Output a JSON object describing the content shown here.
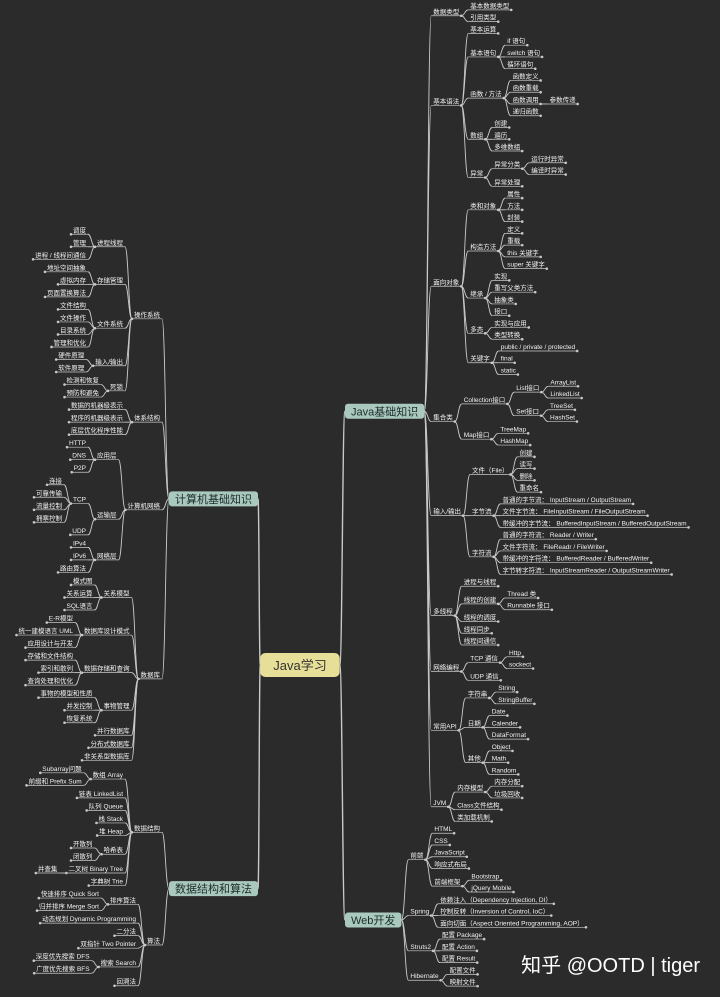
{
  "colors": {
    "background": "#2b2b2b",
    "line": "#c9c9c9",
    "text": "#f2f2f2",
    "root_fill": "#e7df98",
    "root_text": "#333333",
    "branch_fill": "#a9c9bf",
    "branch_text": "#1d2b28"
  },
  "watermark": "知乎 @OOTD | tiger",
  "root": {
    "label": "Java学习"
  },
  "right_branches": [
    {
      "label": "Java基础知识",
      "children": [
        {
          "label": "数据类型",
          "children": [
            {
              "label": "基本数据类型"
            },
            {
              "label": "引用类型"
            }
          ]
        },
        {
          "label": "基本语法",
          "children": [
            {
              "label": "基本运算"
            },
            {
              "label": "基本语句",
              "children": [
                {
                  "label": "if 语句"
                },
                {
                  "label": "switch 语句"
                },
                {
                  "label": "循环语句"
                }
              ]
            },
            {
              "label": "函数 / 方法",
              "children": [
                {
                  "label": "函数定义"
                },
                {
                  "label": "函数重载"
                },
                {
                  "label": "函数调用",
                  "children": [
                    {
                      "label": "参数传递"
                    }
                  ]
                },
                {
                  "label": "递归函数"
                }
              ]
            },
            {
              "label": "数组",
              "children": [
                {
                  "label": "创建"
                },
                {
                  "label": "遍历"
                },
                {
                  "label": "多维数组"
                }
              ]
            },
            {
              "label": "异常",
              "children": [
                {
                  "label": "异常分类",
                  "children": [
                    {
                      "label": "运行时异常"
                    },
                    {
                      "label": "编译时异常"
                    }
                  ]
                },
                {
                  "label": "异常处理"
                }
              ]
            }
          ]
        },
        {
          "label": "面向对象",
          "children": [
            {
              "label": "类和对象",
              "children": [
                {
                  "label": "属性"
                },
                {
                  "label": "方法"
                },
                {
                  "label": "封装"
                }
              ]
            },
            {
              "label": "构造方法",
              "children": [
                {
                  "label": "定义"
                },
                {
                  "label": "重载"
                },
                {
                  "label": "this 关键字"
                },
                {
                  "label": "super 关键字"
                }
              ]
            },
            {
              "label": "继承",
              "children": [
                {
                  "label": "实现"
                },
                {
                  "label": "重写父类方法"
                },
                {
                  "label": "抽象类"
                },
                {
                  "label": "接口"
                }
              ]
            },
            {
              "label": "多态",
              "children": [
                {
                  "label": "实现与应用"
                },
                {
                  "label": "类型转换"
                }
              ]
            },
            {
              "label": "关键字",
              "children": [
                {
                  "label": "public / private / protected"
                },
                {
                  "label": "final"
                },
                {
                  "label": "static"
                }
              ]
            }
          ]
        },
        {
          "label": "集合类",
          "children": [
            {
              "label": "Collection接口",
              "children": [
                {
                  "label": "List接口",
                  "children": [
                    {
                      "label": "ArrayList"
                    },
                    {
                      "label": "LinkedList"
                    }
                  ]
                },
                {
                  "label": "Set接口",
                  "children": [
                    {
                      "label": "TreeSet"
                    },
                    {
                      "label": "HashSet"
                    }
                  ]
                }
              ]
            },
            {
              "label": "Map接口",
              "children": [
                {
                  "label": "TreeMap"
                },
                {
                  "label": "HashMap"
                }
              ]
            }
          ]
        },
        {
          "label": "输入/输出",
          "children": [
            {
              "label": "文件（File）",
              "children": [
                {
                  "label": "创建"
                },
                {
                  "label": "读写"
                },
                {
                  "label": "删除"
                },
                {
                  "label": "重命名"
                }
              ]
            },
            {
              "label": "字节流",
              "children": [
                {
                  "label": "普通的字节流： InputStream / OutputStream"
                },
                {
                  "label": "文件字节流： FileInputStream / FileOutputStream"
                },
                {
                  "label": "带缓冲的字节流： BufferedInputStream / BufferedOutputStream"
                }
              ]
            },
            {
              "label": "字符流",
              "children": [
                {
                  "label": "普通的字符流： Reader / Writer"
                },
                {
                  "label": "文件字符流： FileReadr / FileWriter"
                },
                {
                  "label": "带缓冲的字符流： BufferedReader / BufferedWriter"
                },
                {
                  "label": "字节转字符流： InputStreamReader / OutputStreamWriter"
                }
              ]
            }
          ]
        },
        {
          "label": "多线程",
          "children": [
            {
              "label": "进程与线程"
            },
            {
              "label": "线程的创建",
              "children": [
                {
                  "label": "Thread 类"
                },
                {
                  "label": "Runnable 接口"
                }
              ]
            },
            {
              "label": "线程的调度"
            },
            {
              "label": "线程同步"
            },
            {
              "label": "线程间通信"
            }
          ]
        },
        {
          "label": "网络编程",
          "children": [
            {
              "label": "TCP 通信",
              "children": [
                {
                  "label": "Http"
                },
                {
                  "label": "sockect"
                }
              ]
            },
            {
              "label": "UDP 通信"
            }
          ]
        },
        {
          "label": "常用API",
          "children": [
            {
              "label": "字符串",
              "children": [
                {
                  "label": "String"
                },
                {
                  "label": "StringBuffer"
                }
              ]
            },
            {
              "label": "日期",
              "children": [
                {
                  "label": "Date"
                },
                {
                  "label": "Calender"
                },
                {
                  "label": "DataFormat"
                }
              ]
            },
            {
              "label": "其他",
              "children": [
                {
                  "label": "Object"
                },
                {
                  "label": "Math"
                },
                {
                  "label": "Random"
                }
              ]
            }
          ]
        },
        {
          "label": "JVM",
          "children": [
            {
              "label": "内存模型",
              "children": [
                {
                  "label": "内存分配"
                },
                {
                  "label": "垃圾回收"
                }
              ]
            },
            {
              "label": "Class文件结构"
            },
            {
              "label": "类加载机制"
            }
          ]
        }
      ]
    },
    {
      "label": "Web开发",
      "children": [
        {
          "label": "前端",
          "children": [
            {
              "label": "HTML"
            },
            {
              "label": "CSS"
            },
            {
              "label": "JavaScript"
            },
            {
              "label": "响应式布局"
            },
            {
              "label": "前端框架",
              "children": [
                {
                  "label": "Bootstrap"
                },
                {
                  "label": "jQuery Mobile"
                }
              ]
            }
          ]
        },
        {
          "label": "Spring",
          "children": [
            {
              "label": "依赖注入（Dependency Injection, DI）"
            },
            {
              "label": "控制反转（Inversion of Control, IoC）"
            },
            {
              "label": "面向切面（Aspect Oriented Programming, AOP）"
            }
          ]
        },
        {
          "label": "Struts2",
          "children": [
            {
              "label": "配置 Package"
            },
            {
              "label": "配置 Action"
            },
            {
              "label": "配置 Result"
            }
          ]
        },
        {
          "label": "Hibernate",
          "children": [
            {
              "label": "配置文件"
            },
            {
              "label": "映射文件"
            }
          ]
        }
      ]
    }
  ],
  "left_branches": [
    {
      "label": "计算机基础知识",
      "children": [
        {
          "label": "操作系统",
          "children": [
            {
              "label": "进程线程",
              "children": [
                {
                  "label": "调度"
                },
                {
                  "label": "管理"
                },
                {
                  "label": "进程 / 线程间通信"
                }
              ]
            },
            {
              "label": "存储管理",
              "children": [
                {
                  "label": "地址空间抽象"
                },
                {
                  "label": "虚拟内存"
                },
                {
                  "label": "页面置换算法"
                }
              ]
            },
            {
              "label": "文件系统",
              "children": [
                {
                  "label": "文件结构"
                },
                {
                  "label": "文件操作"
                },
                {
                  "label": "目录系统"
                },
                {
                  "label": "管理和优化"
                }
              ]
            },
            {
              "label": "输入/输出",
              "children": [
                {
                  "label": "硬件原理"
                },
                {
                  "label": "软件原理"
                }
              ]
            },
            {
              "label": "死锁",
              "children": [
                {
                  "label": "检测和恢复"
                },
                {
                  "label": "预防和避免"
                }
              ]
            }
          ]
        },
        {
          "label": "体系结构",
          "children": [
            {
              "label": "数据的机器级表示"
            },
            {
              "label": "程序的机器级表示"
            },
            {
              "label": "底层优化程序性能"
            }
          ]
        },
        {
          "label": "计算机网络",
          "children": [
            {
              "label": "应用层",
              "children": [
                {
                  "label": "HTTP"
                },
                {
                  "label": "DNS"
                },
                {
                  "label": "P2P"
                }
              ]
            },
            {
              "label": "运输层",
              "children": [
                {
                  "label": "TCP",
                  "children": [
                    {
                      "label": "连接"
                    },
                    {
                      "label": "可靠传输"
                    },
                    {
                      "label": "流量控制"
                    },
                    {
                      "label": "拥塞控制"
                    }
                  ]
                },
                {
                  "label": "UDP"
                }
              ]
            },
            {
              "label": "网络层",
              "children": [
                {
                  "label": "IPv4"
                },
                {
                  "label": "IPv6"
                },
                {
                  "label": "路由算法"
                }
              ]
            }
          ]
        },
        {
          "label": "数据库",
          "children": [
            {
              "label": "关系模型",
              "children": [
                {
                  "label": "模式图"
                },
                {
                  "label": "关系运算"
                },
                {
                  "label": "SQL语言"
                }
              ]
            },
            {
              "label": "数据库设计模式",
              "children": [
                {
                  "label": "E-R模型"
                },
                {
                  "label": "统一建模语言 UML"
                },
                {
                  "label": "应用设计与开发"
                }
              ]
            },
            {
              "label": "数据存储和查询",
              "children": [
                {
                  "label": "存储和文件结构"
                },
                {
                  "label": "索引和散列"
                },
                {
                  "label": "查询处理和优化"
                }
              ]
            },
            {
              "label": "事物管理",
              "children": [
                {
                  "label": "事物的模型和性质"
                },
                {
                  "label": "并发控制"
                },
                {
                  "label": "恢复系统"
                }
              ]
            },
            {
              "label": "并行数据库"
            },
            {
              "label": "分布式数据库"
            },
            {
              "label": "非关系型数据库"
            }
          ]
        }
      ]
    },
    {
      "label": "数据结构和算法",
      "children": [
        {
          "label": "数据结构",
          "children": [
            {
              "label": "数组 Array",
              "children": [
                {
                  "label": "Subarray问题"
                },
                {
                  "label": "前缀和 Prefix Sum"
                }
              ]
            },
            {
              "label": "链表 LinkedList"
            },
            {
              "label": "队列 Queue"
            },
            {
              "label": "栈 Stack"
            },
            {
              "label": "堆 Heap"
            },
            {
              "label": "哈希表",
              "children": [
                {
                  "label": "开散列"
                },
                {
                  "label": "闭散列"
                }
              ]
            },
            {
              "label": "二叉树 Binary Tree",
              "children": [
                {
                  "label": "并查集"
                }
              ]
            },
            {
              "label": "字典树 Trie"
            }
          ]
        },
        {
          "label": "算法",
          "children": [
            {
              "label": "排序算法",
              "children": [
                {
                  "label": "快速排序 Quick Sort"
                },
                {
                  "label": "归并排序 Merge Sort"
                }
              ]
            },
            {
              "label": "动态规划 Dynamic Programming"
            },
            {
              "label": "二分法"
            },
            {
              "label": "双指针 Two Pointer"
            },
            {
              "label": "搜索 Search",
              "children": [
                {
                  "label": "深度优先搜索 DFS"
                },
                {
                  "label": "广度优先搜索 BFS"
                }
              ]
            },
            {
              "label": "回溯法"
            }
          ]
        }
      ]
    }
  ]
}
